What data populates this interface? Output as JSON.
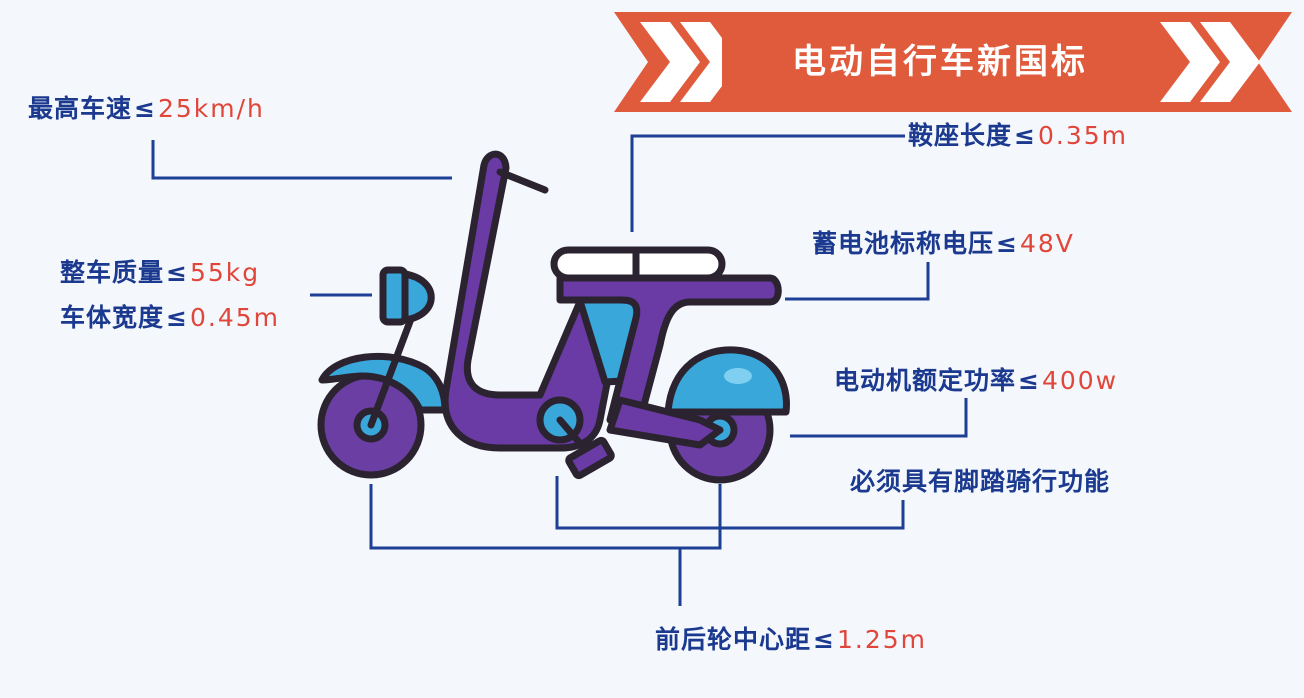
{
  "banner": {
    "title": "电动自行车新国标",
    "color": "#e05a3c"
  },
  "specs": {
    "max_speed": {
      "label": "最高车速",
      "symbol": "≤",
      "value": "25km/h"
    },
    "saddle": {
      "label": "鞍座长度",
      "symbol": "≤",
      "value": "0.35m"
    },
    "mass": {
      "label": "整车质量",
      "symbol": "≤",
      "value": "55kg"
    },
    "width": {
      "label": "车体宽度",
      "symbol": "≤",
      "value": "0.45m"
    },
    "voltage": {
      "label": "蓄电池标称电压",
      "symbol": "≤",
      "value": "48V"
    },
    "motor_power": {
      "label": "电动机额定功率",
      "symbol": "≤",
      "value": "400w"
    },
    "pedal": {
      "label": "必须具有脚踏骑行功能"
    },
    "wheelbase": {
      "label": "前后轮中心距",
      "symbol": "≤",
      "value": "1.25m"
    }
  },
  "colors": {
    "label_text": "#1b3a8f",
    "value_text": "#e1463a",
    "leader_line": "#1d3f95",
    "frame_purple": "#6a3aa5",
    "wheel_purple": "#6b3ea3",
    "accent_blue": "#3aa7db",
    "outline": "#2b2330"
  }
}
